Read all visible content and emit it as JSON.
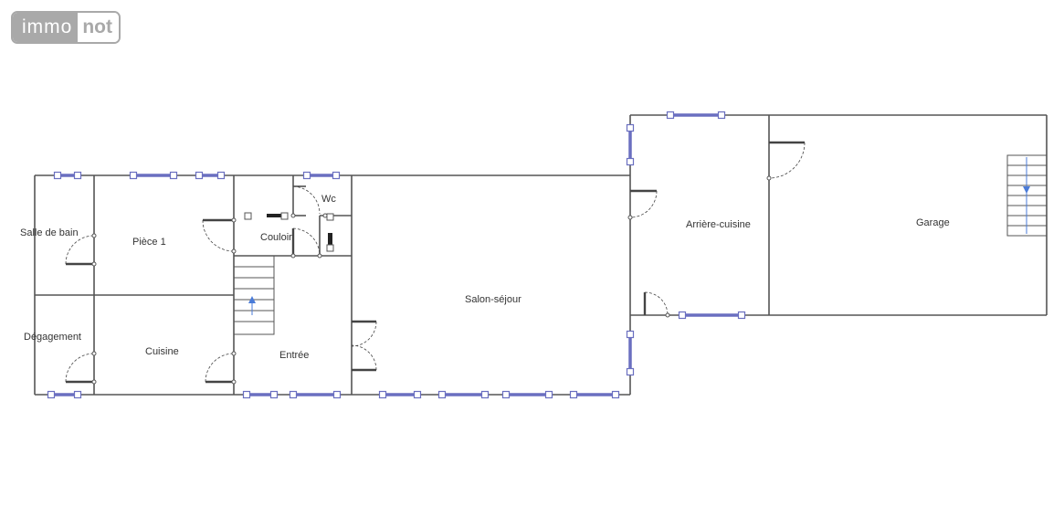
{
  "logo": {
    "part1": "immo",
    "part2": "not"
  },
  "colors": {
    "wall": "#555555",
    "window": "#6a6fc0",
    "window_fill": "#ffffff",
    "stair_arrow": "#4a7bd8",
    "door": "#444444"
  },
  "rooms": {
    "salle_de_bain": "Salle de bain",
    "piece_1": "Pièce 1",
    "wc": "Wc",
    "couloir": "Couloir",
    "degagement": "Dégagement",
    "cuisine": "Cuisine",
    "entree": "Entrée",
    "salon_sejour": "Salon-séjour",
    "arriere_cuisine": "Arrière-cuisine",
    "garage": "Garage"
  }
}
